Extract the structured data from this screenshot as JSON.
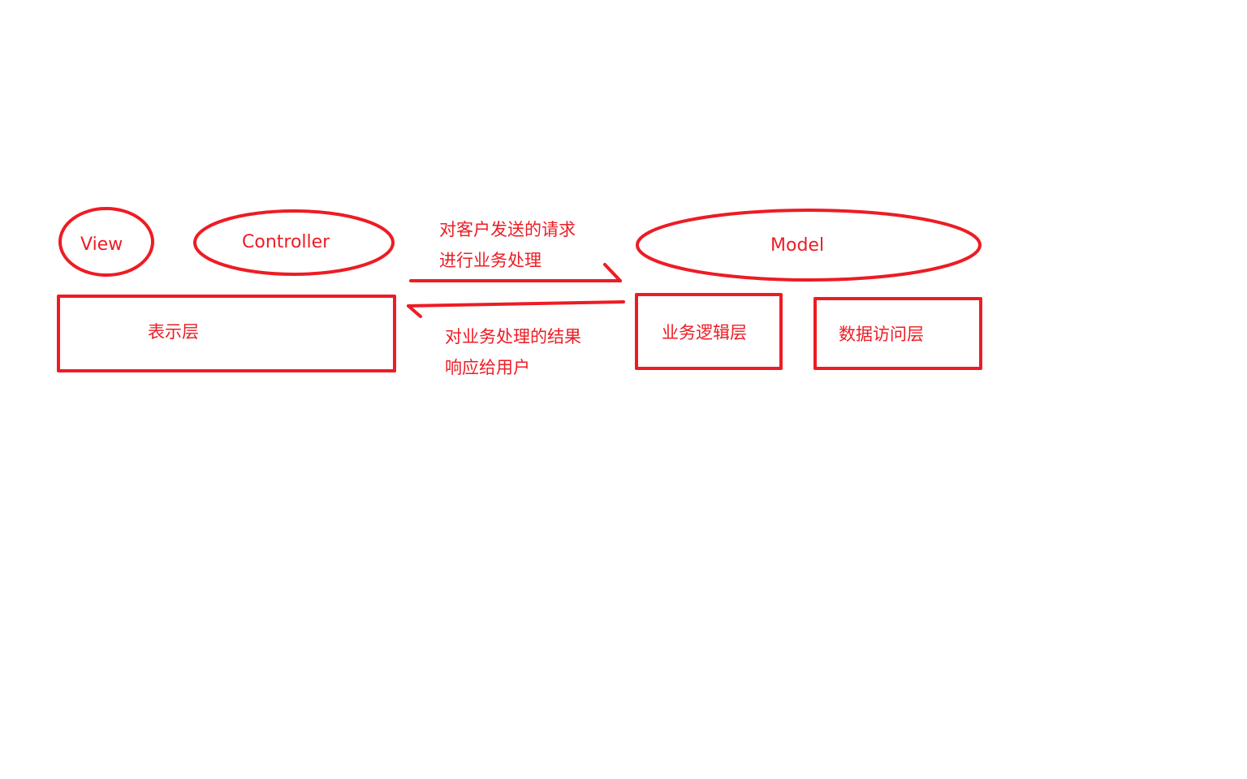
{
  "colors": {
    "stroke": "#ed1c24",
    "text": "#ed1c24",
    "background": "#ffffff"
  },
  "ellipses": {
    "view": {
      "label": "View"
    },
    "controller": {
      "label": "Controller"
    },
    "model": {
      "label": "Model"
    }
  },
  "boxes": {
    "presentation": {
      "label": "表示层"
    },
    "business": {
      "label": "业务逻辑层"
    },
    "data_access": {
      "label": "数据访问层"
    }
  },
  "arrows": {
    "request": {
      "direction": "right",
      "line1": "对客户发送的请求",
      "line2": "进行业务处理"
    },
    "response": {
      "direction": "left",
      "line1": "对业务处理的结果",
      "line2": "响应给用户"
    }
  }
}
